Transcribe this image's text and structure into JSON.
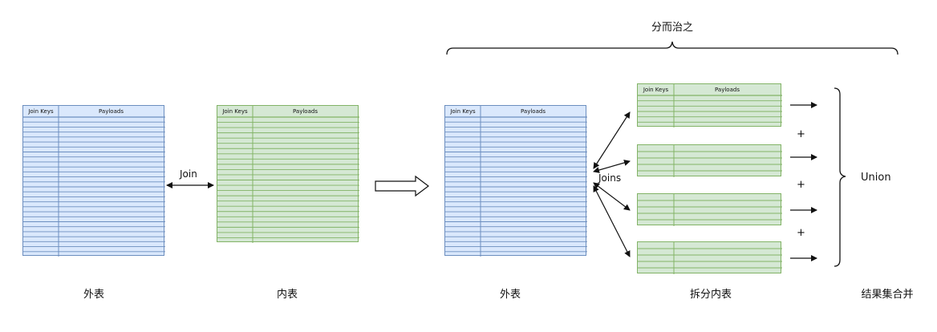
{
  "headers": {
    "join_keys": "Join Keys",
    "payloads": "Payloads"
  },
  "labels": {
    "outer_left": "外表",
    "inner": "内表",
    "outer_right": "外表",
    "split_inner": "拆分内表",
    "merge": "结果集合并",
    "divide": "分而治之"
  },
  "arrows": {
    "join": "Join",
    "joins": "Joins"
  },
  "operators": {
    "plus": "+",
    "union": "Union"
  },
  "colors": {
    "blue_fill": "#dae8fc",
    "blue_line": "#6c8ebf",
    "green_fill": "#d5e8d4",
    "green_line": "#82b366"
  }
}
